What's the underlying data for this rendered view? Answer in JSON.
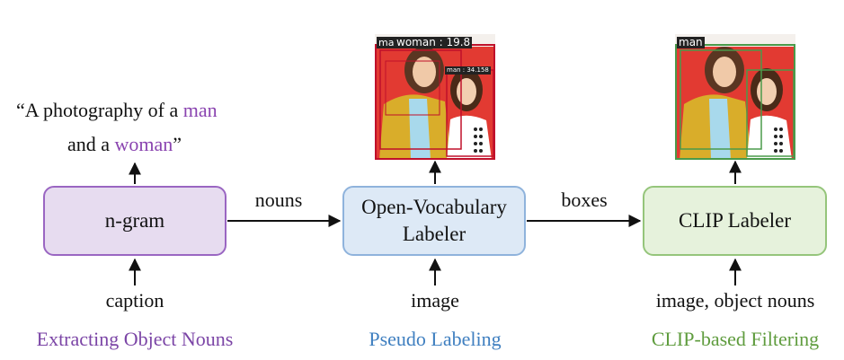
{
  "caption_quote": {
    "line1_prefix": "“A photography of a ",
    "line1_highlight": "man",
    "line2_prefix": "and a ",
    "line2_highlight": "woman",
    "line2_suffix": "”"
  },
  "boxes": {
    "ngram": "n-gram",
    "ovl_line1": "Open-Vocabulary",
    "ovl_line2": "Labeler",
    "clip": "CLIP Labeler"
  },
  "edges": {
    "nouns": "nouns",
    "boxes": "boxes"
  },
  "inputs": {
    "caption": "caption",
    "image": "image",
    "image_nouns": "image, object nouns"
  },
  "stages": {
    "extracting": "Extracting Object Nouns",
    "pseudo": "Pseudo Labeling",
    "clip_filter": "CLIP-based Filtering"
  },
  "image_tags": {
    "pseudo_main": "woman : 19.8",
    "pseudo_man": "man",
    "pseudo_small": "man : 34.158",
    "clip_main": "man"
  },
  "colors": {
    "stage_extracting": "#7b45a6",
    "stage_pseudo": "#3f7fc0",
    "stage_clip": "#5f9c3e",
    "highlight": "#8a44b0"
  }
}
